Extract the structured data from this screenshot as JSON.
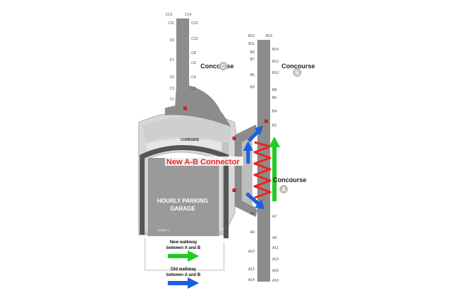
{
  "concourses": {
    "c": {
      "label": "Concourse",
      "letter": "C"
    },
    "b": {
      "label": "Concourse",
      "letter": "B"
    },
    "a": {
      "label": "Concourse",
      "letter": "A"
    }
  },
  "gates": {
    "c": [
      {
        "id": "c13",
        "label": "C13"
      },
      {
        "id": "c14",
        "label": "C14"
      },
      {
        "id": "c11",
        "label": "C11"
      },
      {
        "id": "c12",
        "label": "C12"
      },
      {
        "id": "c9",
        "label": "C9"
      },
      {
        "id": "c10",
        "label": "C10"
      },
      {
        "id": "c8",
        "label": "C8"
      },
      {
        "id": "c7",
        "label": "C7"
      },
      {
        "id": "c6",
        "label": "C6"
      },
      {
        "id": "c5",
        "label": "C5"
      },
      {
        "id": "c4",
        "label": "C4"
      },
      {
        "id": "c3",
        "label": "C3"
      },
      {
        "id": "c2",
        "label": "C2"
      },
      {
        "id": "c1",
        "label": "C1"
      }
    ],
    "b": [
      {
        "id": "b13",
        "label": "B13"
      },
      {
        "id": "b15",
        "label": "B15"
      },
      {
        "id": "b11",
        "label": "B11"
      },
      {
        "id": "b14",
        "label": "B14"
      },
      {
        "id": "b9",
        "label": "B9"
      },
      {
        "id": "b7",
        "label": "B7"
      },
      {
        "id": "b12",
        "label": "B12"
      },
      {
        "id": "b10",
        "label": "B10"
      },
      {
        "id": "b5",
        "label": "B5"
      },
      {
        "id": "b3",
        "label": "B3"
      },
      {
        "id": "b8",
        "label": "B8"
      },
      {
        "id": "b6",
        "label": "B6"
      },
      {
        "id": "b4",
        "label": "B4"
      },
      {
        "id": "b2",
        "label": "B2"
      }
    ],
    "a": [
      {
        "id": "a6",
        "label": "A6"
      },
      {
        "id": "a7",
        "label": "A7"
      },
      {
        "id": "a8",
        "label": "A8"
      },
      {
        "id": "a9",
        "label": "A9"
      },
      {
        "id": "a11",
        "label": "A11"
      },
      {
        "id": "a10",
        "label": "A10"
      },
      {
        "id": "a13",
        "label": "A13"
      },
      {
        "id": "a12",
        "label": "A12"
      },
      {
        "id": "a15",
        "label": "A15"
      },
      {
        "id": "a14",
        "label": "A14"
      },
      {
        "id": "a16",
        "label": "A16"
      }
    ]
  },
  "connector_label": "New A-B Connector",
  "curbside_label": "CURBSIDE",
  "garage": {
    "line1": "HOURLY PARKING",
    "line2": "GARAGE",
    "level": "LEVEL 5"
  },
  "legend": {
    "new_line1": "New walkway",
    "new_line2": "between A and B",
    "old_line1": "Old walkway",
    "old_line2": "between A and B"
  },
  "colors": {
    "new_walkway": "#22cc22",
    "old_walkway": "#1a5fe0",
    "connector": "#ee2222",
    "building": "#8c8c8c",
    "garage": "#9a9a9a"
  }
}
